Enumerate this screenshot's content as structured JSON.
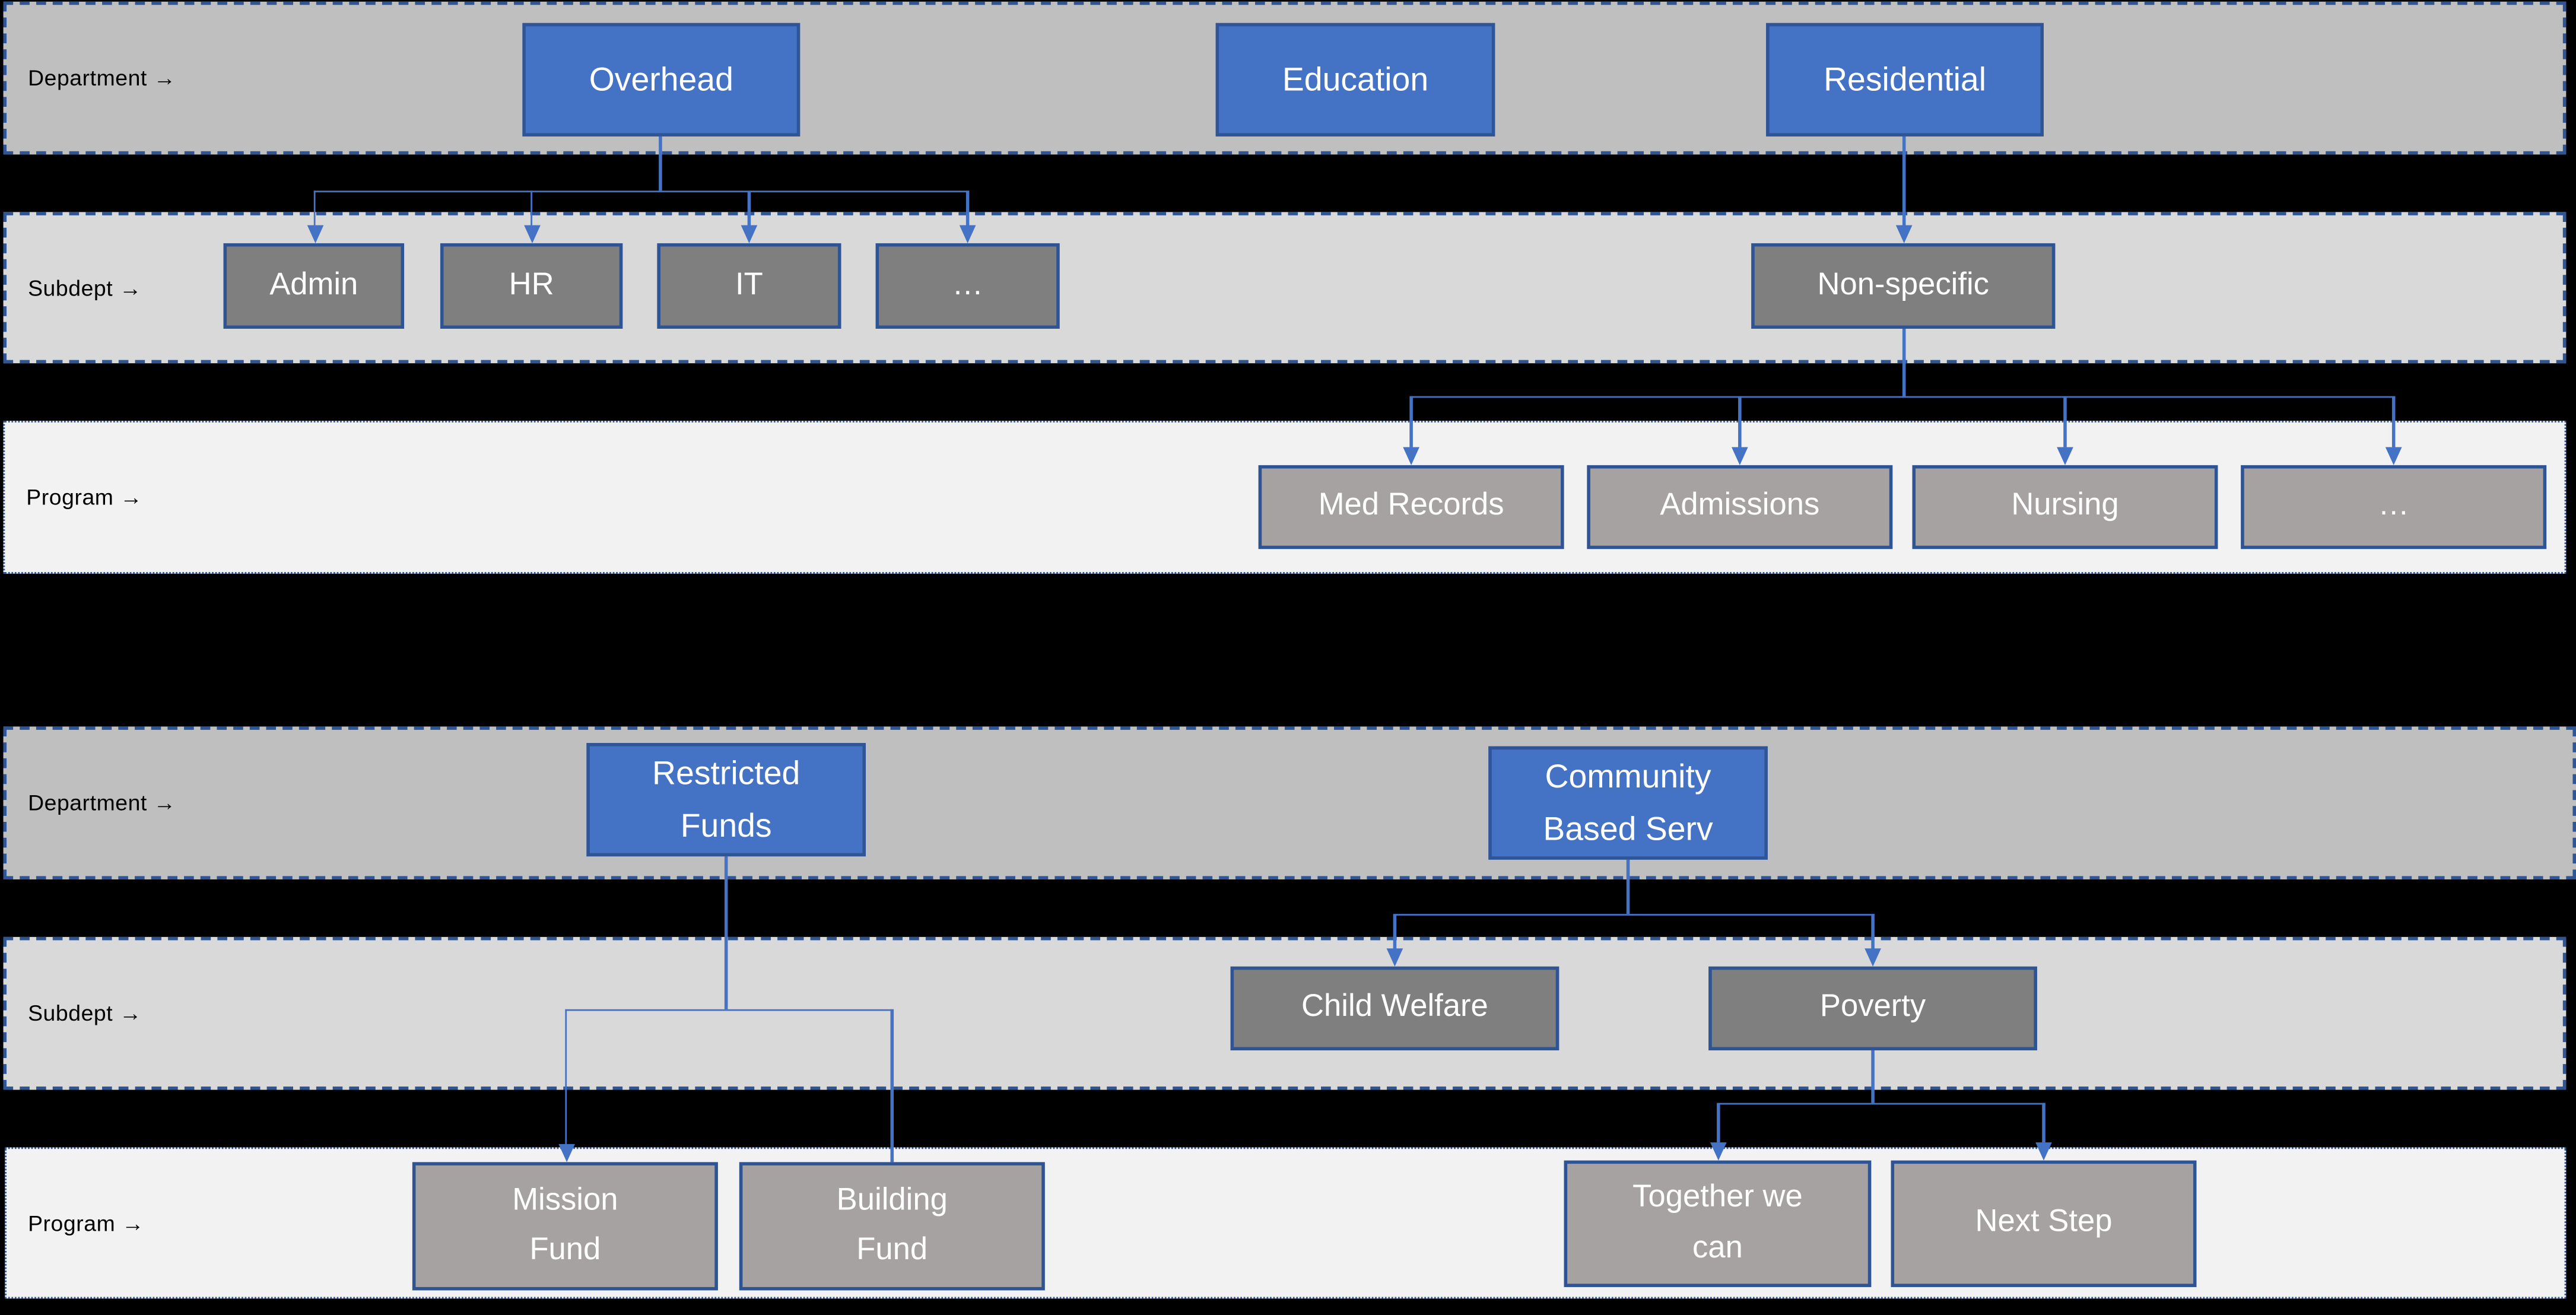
{
  "palette": {
    "background": "#000000",
    "band_department_fill": "#bfbfbf",
    "band_subdept_fill": "#d9d9d9",
    "band_program_fill": "#f2f2f2",
    "band_border": "#2e5697",
    "department_node_fill": "#4472c4",
    "subdept_node_fill": "#7f7f7f",
    "program_node_fill": "#a6a2a2",
    "node_border": "#2f5597",
    "node_text": "#ffffff",
    "connector": "#4472c4",
    "label_text": "#000000"
  },
  "sections": [
    {
      "name": "top-structure",
      "rows": [
        {
          "label": "Department →",
          "nodes": [
            "Overhead",
            "Education",
            "Residential"
          ]
        },
        {
          "label": "Subdept →",
          "nodes": [
            "Admin",
            "HR",
            "IT",
            "…",
            "Non-specific"
          ]
        },
        {
          "label": "Program →",
          "nodes": [
            "Med Records",
            "Admissions",
            "Nursing",
            "…"
          ]
        }
      ]
    },
    {
      "name": "bottom-structure",
      "rows": [
        {
          "label": "Department →",
          "nodes": [
            "Restricted\nFunds",
            "Community\nBased Serv"
          ]
        },
        {
          "label": "Subdept →",
          "nodes": [
            "Child Welfare",
            "Poverty"
          ]
        },
        {
          "label": "Program →",
          "nodes": [
            "Mission\nFund",
            "Building\nFund",
            "Together we\ncan",
            "Next Step"
          ]
        }
      ]
    }
  ],
  "edges": [
    {
      "from": "Overhead",
      "to": [
        "Admin",
        "HR",
        "IT",
        "…"
      ],
      "arrowheads": "all"
    },
    {
      "from": "Residential",
      "to": [
        "Non-specific"
      ],
      "arrowheads": "all"
    },
    {
      "from": "Non-specific",
      "to": [
        "Med Records",
        "Admissions",
        "Nursing",
        "…"
      ],
      "arrowheads": "all"
    },
    {
      "from": "Restricted Funds",
      "to": [
        "Mission Fund",
        "Building Fund"
      ],
      "arrowheads": "first-only"
    },
    {
      "from": "Community Based Serv",
      "to": [
        "Child Welfare",
        "Poverty"
      ],
      "arrowheads": "all"
    },
    {
      "from": "Poverty",
      "to": [
        "Together we can",
        "Next Step"
      ],
      "arrowheads": "all"
    }
  ]
}
